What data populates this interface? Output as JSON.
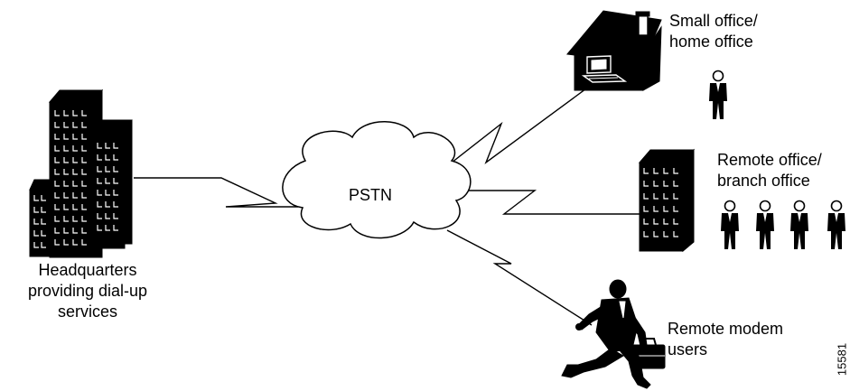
{
  "labels": {
    "hq": [
      "Headquarters",
      "providing dial-up",
      "services"
    ],
    "cloud": "PSTN",
    "small_office": [
      "Small office/",
      "home office"
    ],
    "remote_office": [
      "Remote office/",
      "branch office"
    ],
    "remote_users": [
      "Remote modem",
      "users"
    ]
  },
  "figure_id": "15581",
  "colors": {
    "ink": "#000000",
    "paper": "#ffffff"
  },
  "icons": [
    "headquarters-building-icon",
    "cloud-icon",
    "house-computer-icon",
    "person-icon",
    "office-building-icon",
    "running-businessman-icon"
  ]
}
